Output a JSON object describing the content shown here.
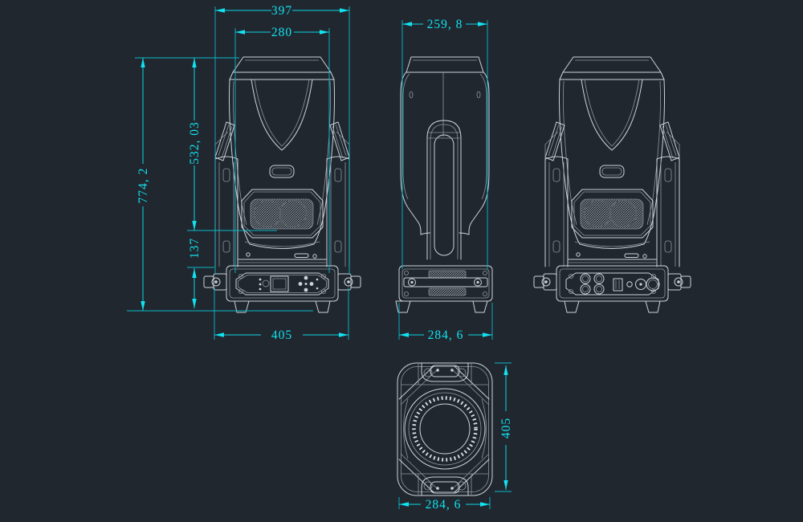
{
  "title": "moving-head-light-dimension-drawing",
  "colors": {
    "background": "#20272f",
    "outline": "#cdd3da",
    "dimension": "#0bd7e5"
  },
  "views": {
    "front": {
      "dims": {
        "overall_width": "397",
        "head_width": "280",
        "overall_height": "774, 2",
        "head_height": "532, 03",
        "yoke_section_height": "137",
        "base_width": "405"
      }
    },
    "side": {
      "dims": {
        "head_depth": "259, 8",
        "base_depth": "284, 6"
      }
    },
    "rear": {
      "dims": {}
    },
    "top": {
      "dims": {
        "overall_length": "405",
        "overall_width": "284, 6"
      }
    }
  }
}
